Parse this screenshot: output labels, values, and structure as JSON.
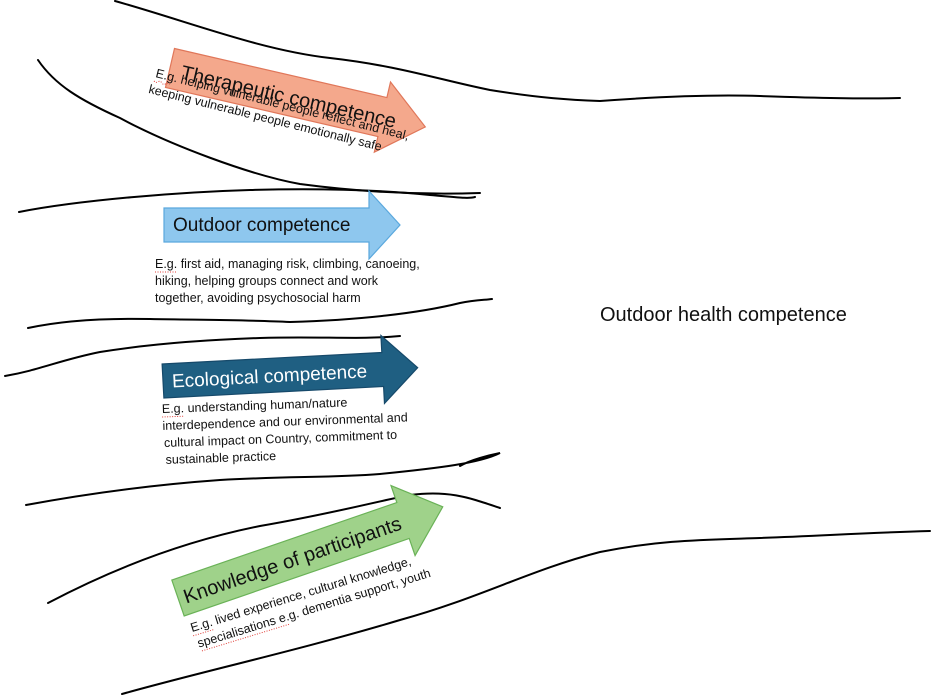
{
  "title": "Outdoor health competence",
  "colors": {
    "line": "#000000",
    "therapeutic_fill": "#f4a88c",
    "therapeutic_stroke": "#e0775a",
    "outdoor_fill": "#8ec7ee",
    "outdoor_stroke": "#5aa8dd",
    "ecological_fill": "#1f5f82",
    "ecological_stroke": "#16496a",
    "knowledge_fill": "#9fd28a",
    "knowledge_stroke": "#6ab257",
    "spell_underline": "#e0403a"
  },
  "competences": [
    {
      "id": "therapeutic",
      "label": "Therapeutic competence",
      "example_lines": [
        "E.g. helping vulnerable people reflect and heal,",
        "keeping vulnerable people emotionally safe"
      ]
    },
    {
      "id": "outdoor",
      "label": "Outdoor competence",
      "example_lines": [
        "E.g. first aid, managing risk, climbing, canoeing,",
        "hiking, helping groups connect and work",
        "together, avoiding psychosocial harm"
      ]
    },
    {
      "id": "ecological",
      "label": "Ecological competence",
      "example_lines": [
        "E.g. understanding human/nature",
        "interdependence and our environmental and",
        "cultural impact on Country, commitment to",
        "sustainable practice"
      ]
    },
    {
      "id": "knowledge",
      "label": "Knowledge of participants",
      "example_lines": [
        "E.g. lived experience, cultural knowledge,",
        "specialisations e.g. dementia support, youth"
      ]
    }
  ]
}
